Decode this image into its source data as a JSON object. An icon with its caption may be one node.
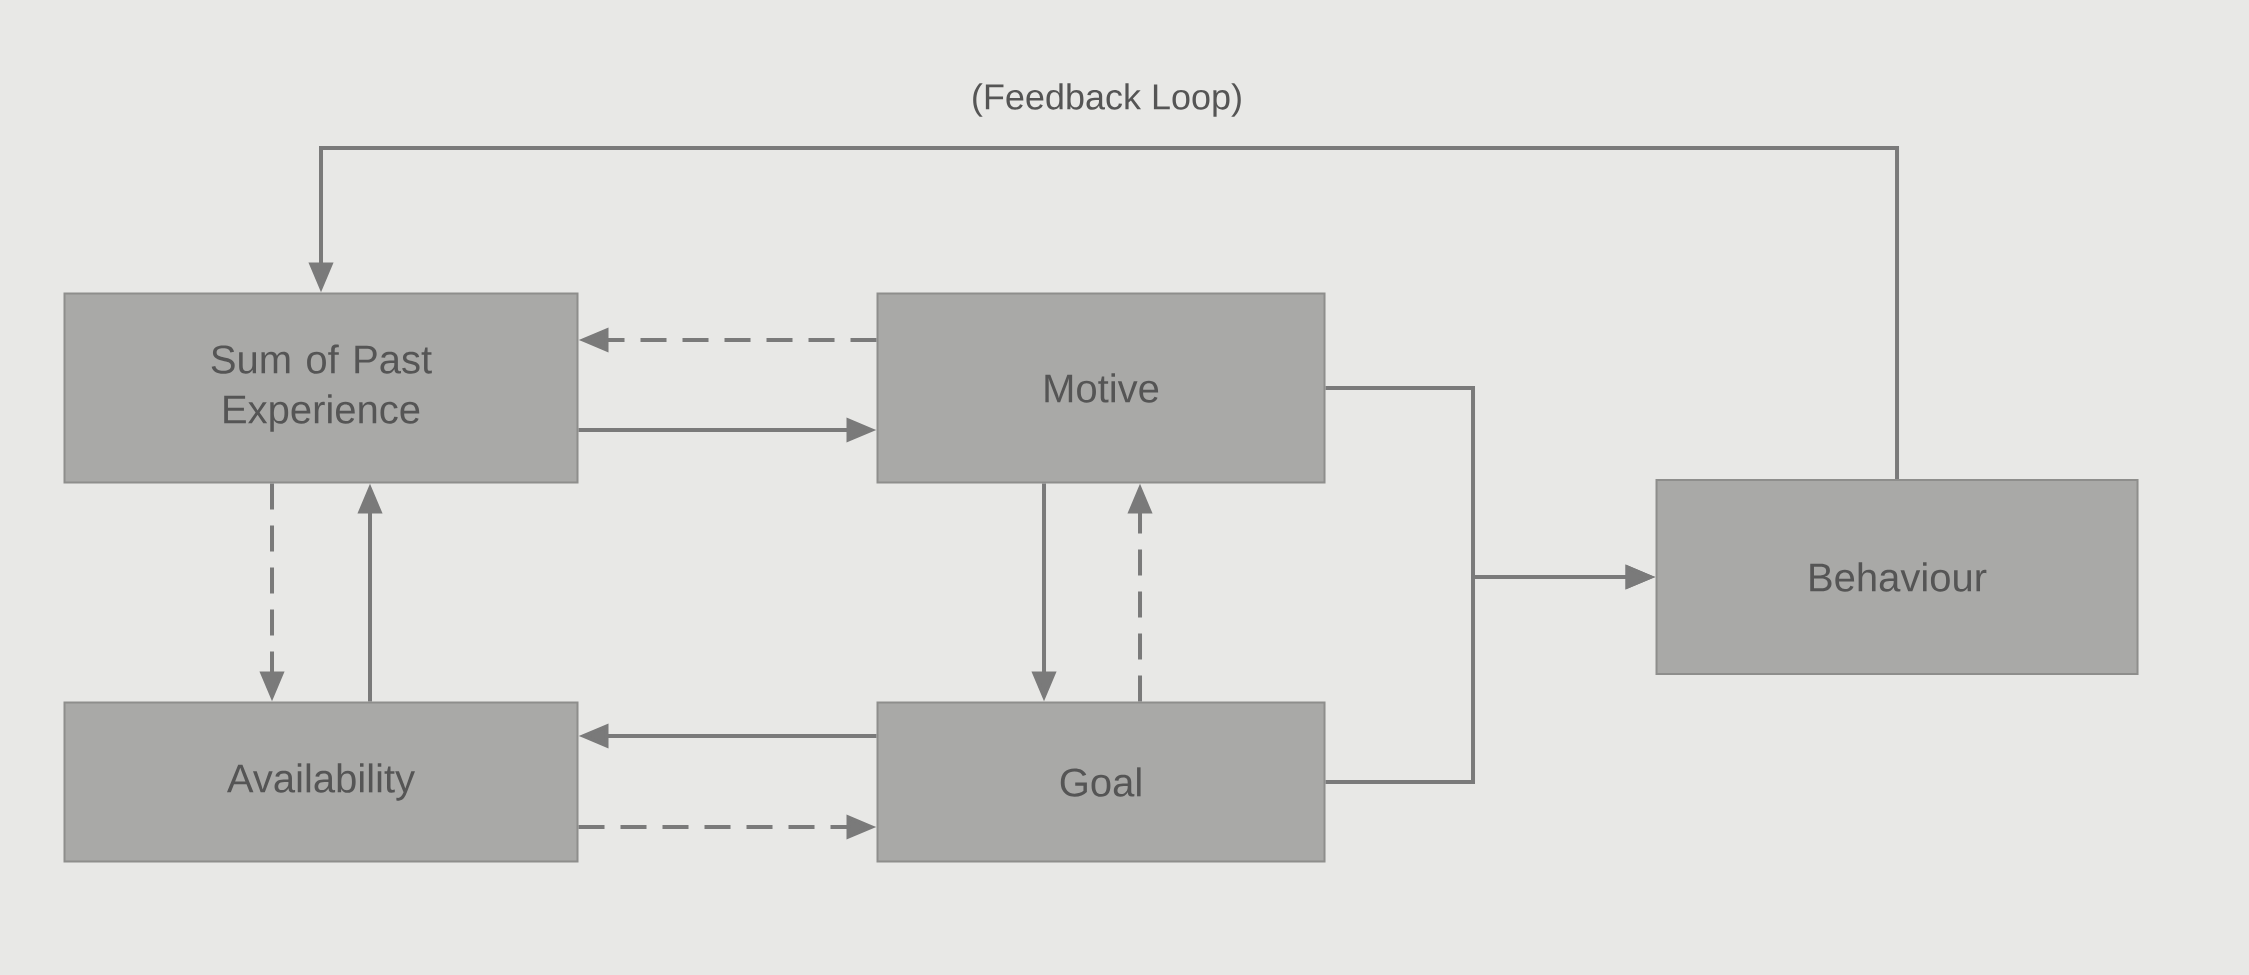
{
  "diagram": {
    "nodes": [
      {
        "text": [
          "Sum of Past Experience"
        ]
      },
      {
        "text": [
          "Motive"
        ]
      },
      {
        "text": [
          "Availability"
        ]
      },
      {
        "text": [
          "Goal"
        ]
      },
      {
        "text": [
          "Behaviour"
        ]
      }
    ],
    "edges": [
      {
        "from": 4,
        "to": 0,
        "arrow": "to",
        "label": "(Feedback Loop)"
      },
      {
        "from": 1,
        "to": 0,
        "arrow": "to",
        "style": "dashed"
      },
      {
        "from": 0,
        "to": 1,
        "arrow": "to"
      },
      {
        "from": 0,
        "to": 2,
        "arrow": "to",
        "style": "dashed"
      },
      {
        "from": 2,
        "to": 0,
        "arrow": "to"
      },
      {
        "from": 1,
        "to": 3,
        "arrow": "to"
      },
      {
        "from": 3,
        "to": 1,
        "arrow": "to",
        "style": "dashed"
      },
      {
        "from": 3,
        "to": 2,
        "arrow": "to"
      },
      {
        "from": 2,
        "to": 3,
        "arrow": "to",
        "style": "dashed"
      },
      {
        "from": 1,
        "to": 4,
        "arrow": "to"
      },
      {
        "from": 3,
        "to": 4,
        "arrow": "to"
      }
    ]
  }
}
